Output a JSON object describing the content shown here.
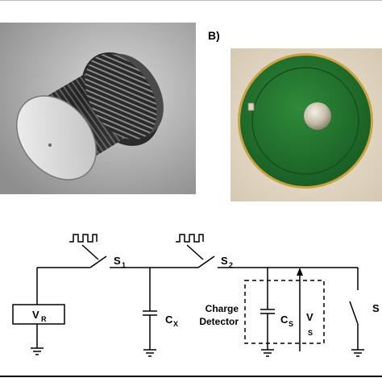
{
  "figure": {
    "panel_b_label": "B)"
  },
  "photos": {
    "a": {
      "icon": "metal-cylinder-sensor-photo"
    },
    "b": {
      "icon": "green-circular-pcb-photo"
    }
  },
  "circuit": {
    "vr_main": "V",
    "vr_sub": "R",
    "s1_main": "S",
    "s1_sub": "1",
    "s2_main": "S",
    "s2_sub": "2",
    "cx_main": "C",
    "cx_sub": "X",
    "cs_main": "C",
    "cs_sub": "S",
    "vs_main": "V",
    "vs_sub": "S",
    "s_label": "S",
    "detector_line1": "Charge",
    "detector_line2": "Detector"
  },
  "colors": {
    "pcb_green": "#1f6e2a",
    "background": "#ffffff"
  }
}
